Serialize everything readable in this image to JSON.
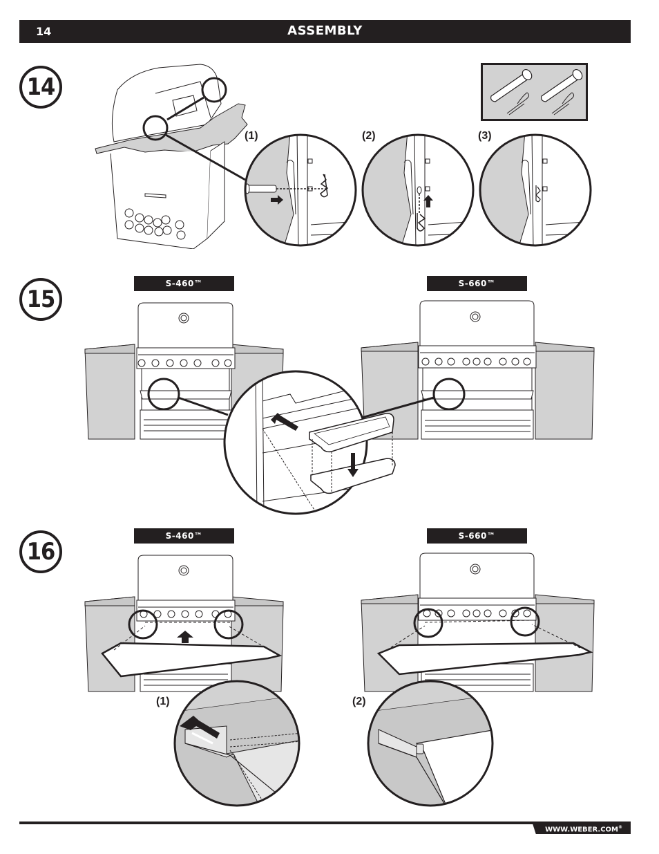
{
  "header": {
    "page_number": "14",
    "title": "ASSEMBLY"
  },
  "steps": [
    {
      "number": "14",
      "sub_labels": [
        "(1)",
        "(2)",
        "(3)"
      ],
      "parts_box": {
        "items": [
          "hitch-pin",
          "hair-pin-clip",
          "hitch-pin",
          "hair-pin-clip"
        ]
      }
    },
    {
      "number": "15",
      "models": [
        "S-460™",
        "S-660™"
      ]
    },
    {
      "number": "16",
      "models": [
        "S-460™",
        "S-660™"
      ],
      "sub_labels": [
        "(1)",
        "(2)"
      ]
    }
  ],
  "footer": {
    "website": "WWW.WEBER.COM",
    "trademark": "®"
  },
  "colors": {
    "ink": "#231f20",
    "panel_gray": "#d2d2d2",
    "white": "#ffffff"
  }
}
